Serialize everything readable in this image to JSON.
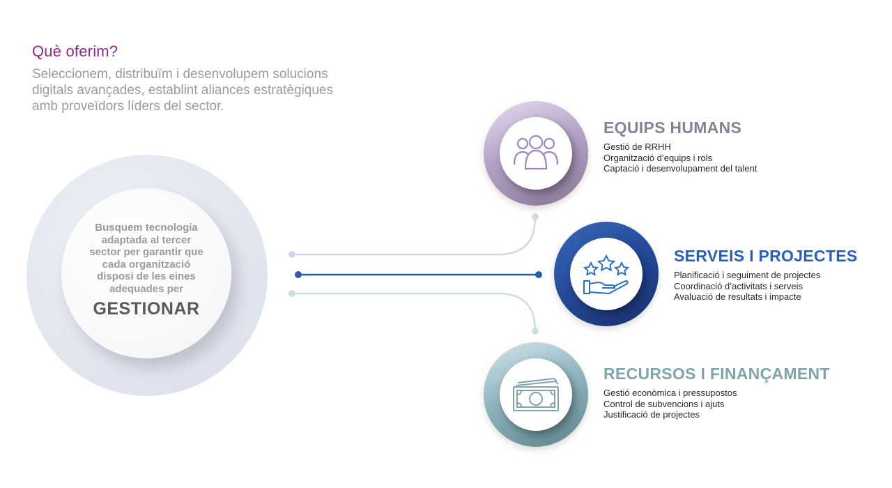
{
  "header": {
    "title": "Què oferim?",
    "subtitle_lines": [
      "Seleccionem, distribuïm i desenvolupem solucions",
      "digitals avançades, establint aliances estratègiques",
      "amb proveïdors líders del sector."
    ]
  },
  "center": {
    "body_lines": [
      "Busquem tecnologia",
      "adaptada al tercer",
      "sector per garantir que",
      "cada organització",
      "disposi de les eines",
      "adequades per"
    ],
    "emphasis": "GESTIONAR"
  },
  "sections": [
    {
      "title": "EQUIPS HUMANS",
      "title_color": "#8a7f94",
      "icon": "people-group-icon",
      "items": [
        "Gestió de RRHH",
        "Organització d’equips i rols",
        "Captació i desenvolupament del talent"
      ]
    },
    {
      "title": "SERVEIS I PROJECTES",
      "title_color": "#2a5fb8",
      "icon": "hand-stars-icon",
      "items": [
        "Planificació i seguiment de projectes",
        "Coordinació d’activitats i serveis",
        "Avaluació de resultats i impacte"
      ]
    },
    {
      "title": "RECURSOS I FINANÇAMENT",
      "title_color": "#7fa4ad",
      "icon": "banknotes-icon",
      "items": [
        "Gestió econòmica i pressupostos",
        "Control de subvencions i ajuts",
        "Justificació de projectes"
      ]
    }
  ],
  "colors": {
    "title": "#8e2a8e",
    "subtitle": "#9b9b9b",
    "connector_top": "#d9d4ea",
    "connector_middle": "#2a5fa8",
    "connector_bottom": "#c8e0e4"
  }
}
